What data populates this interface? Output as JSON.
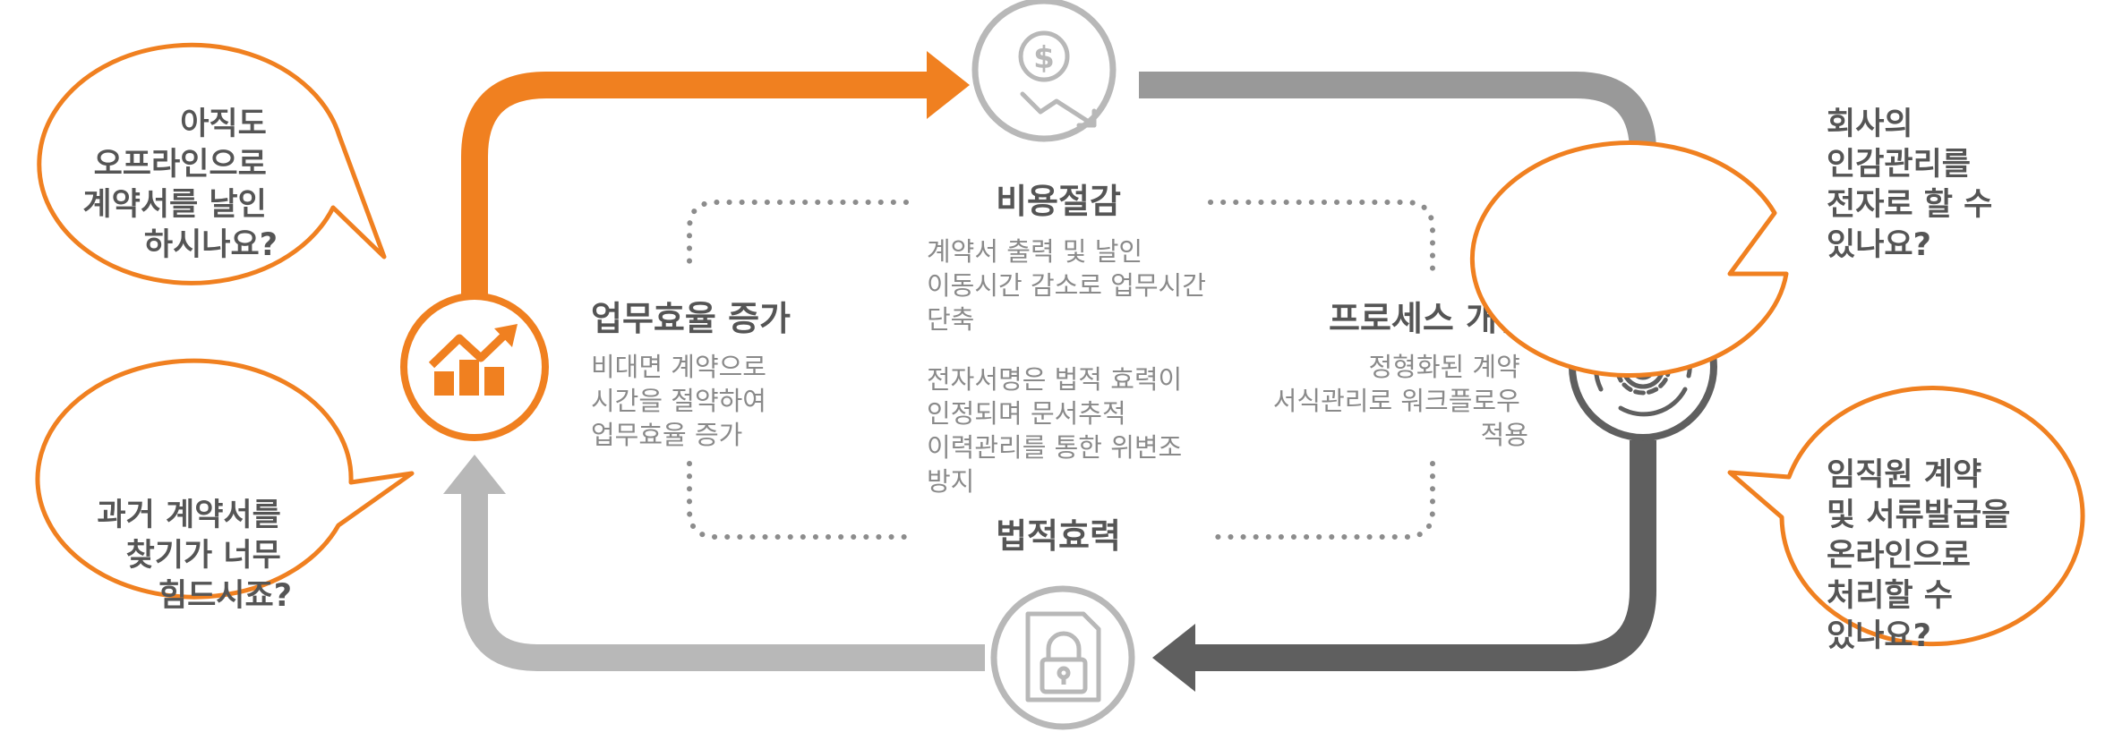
{
  "colors": {
    "orange": "#f08020",
    "gray_light": "#b8b8b8",
    "gray_mid": "#999999",
    "gray_dark": "#5f5f5f",
    "text_dark": "#555555",
    "text_body": "#8a8a8a",
    "dots": "#8c8c8c"
  },
  "bubbles": {
    "top_left": [
      "아직도",
      "오프라인으로",
      "계약서를 날인",
      "하시나요?"
    ],
    "bottom_left": [
      "과거 계약서를",
      "찾기가 너무",
      "힘드시죠?"
    ],
    "top_right": [
      "회사의",
      "인감관리를",
      "전자로 할 수",
      "있나요?"
    ],
    "bottom_right": [
      "임직원 계약",
      "및 서류발급을",
      "온라인으로",
      "처리할 수",
      "있나요?"
    ]
  },
  "sections": {
    "cost": {
      "title": "비용절감",
      "lines": [
        "계약서 출력 및 날인",
        "이동시간 감소로 업무시간",
        "단축"
      ]
    },
    "efficiency": {
      "title": "업무효율 증가",
      "lines": [
        "비대면 계약으로",
        "시간을 절약하여",
        "업무효율 증가"
      ]
    },
    "process": {
      "title": "프로세스 개선",
      "lines": [
        "정형화된 계약",
        "서식관리로 워크플로우",
        "적용"
      ]
    },
    "legal": {
      "title": "법적효력",
      "lines": [
        "전자서명은 법적 효력이",
        "인정되며 문서추적",
        "이력관리를 통한 위변조",
        "방지"
      ]
    }
  },
  "icons": {
    "top": "dollar-down-icon",
    "left": "growth-chart-icon",
    "right": "gear-cycle-icon",
    "bottom": "lock-document-icon"
  }
}
